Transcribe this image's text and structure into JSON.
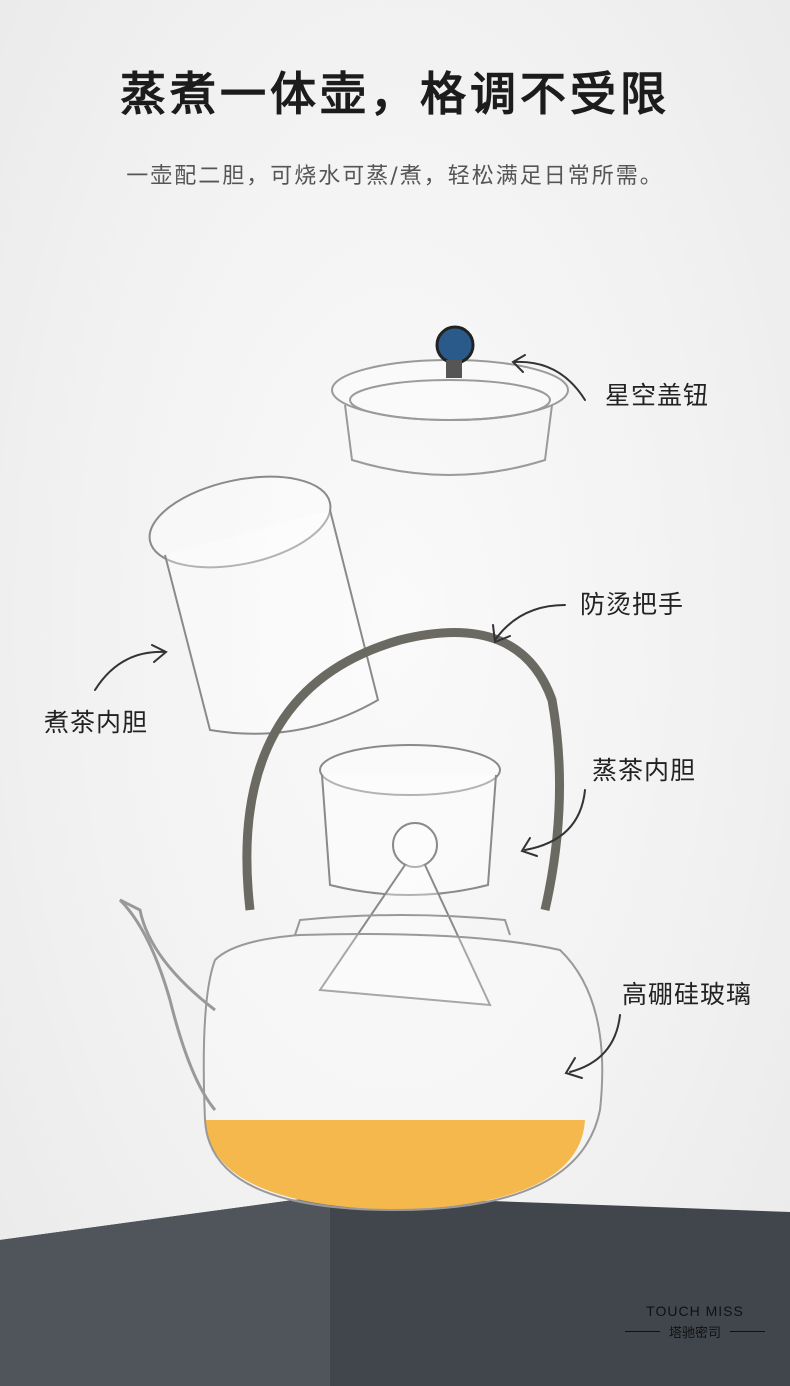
{
  "title": "蒸煮一体壶，格调不受限",
  "subtitle": "一壶配二胆，可烧水可蒸/煮，轻松满足日常所需。",
  "callouts": {
    "lid_knob": "星空盖钮",
    "handle": "防烫把手",
    "boil_infuser": "煮茶内胆",
    "steam_infuser": "蒸茶内胆",
    "glass": "高硼硅玻璃"
  },
  "brand": {
    "en": "TOUCH  MISS",
    "cn": "塔驰密司"
  },
  "colors": {
    "tea": "#f0a010",
    "pedestal": "#41454c",
    "knob": "#2a5a8a"
  }
}
